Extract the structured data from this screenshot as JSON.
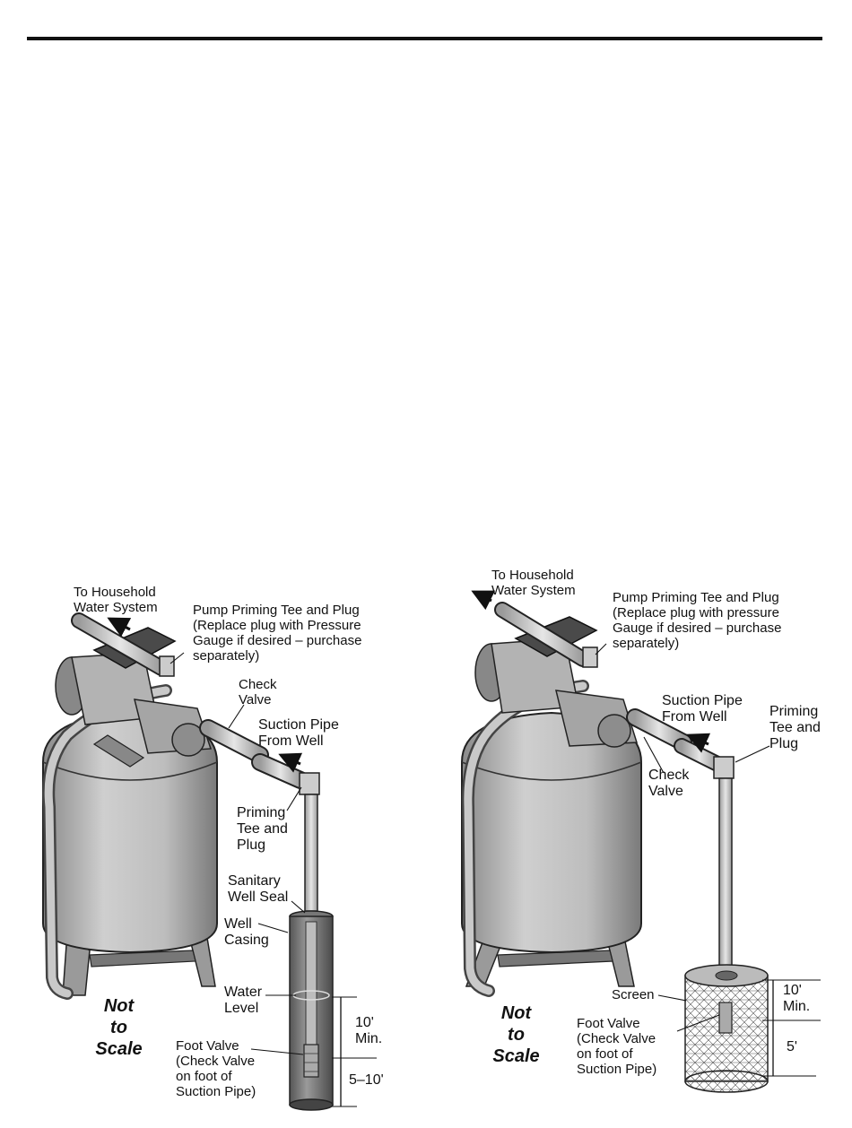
{
  "left_diagram": {
    "labels": {
      "household": [
        "To Household",
        "Water System"
      ],
      "priming_tee_plug": [
        "Pump Priming Tee and Plug",
        "(Replace plug with Pressure",
        "Gauge if desired – purchase",
        "separately)"
      ],
      "check_valve": [
        "Check",
        "Valve"
      ],
      "suction_pipe": [
        "Suction Pipe",
        "From Well"
      ],
      "priming_tee": [
        "Priming",
        "Tee and",
        "Plug"
      ],
      "sanitary_seal": [
        "Sanitary",
        "Well Seal"
      ],
      "well_casing": [
        "Well",
        "Casing"
      ],
      "water_level": [
        "Water",
        "Level"
      ],
      "foot_valve": [
        "Foot Valve",
        "(Check Valve",
        "on foot of",
        "Suction Pipe)"
      ],
      "dim_upper": [
        "10'",
        "Min."
      ],
      "dim_lower": "5–10'",
      "not_to_scale": [
        "Not",
        "to",
        "Scale"
      ]
    }
  },
  "right_diagram": {
    "labels": {
      "household": [
        "To Household",
        "Water System"
      ],
      "priming_tee_plug": [
        "Pump Priming Tee and Plug",
        "(Replace plug with pressure",
        "Gauge if desired – purchase",
        "separately)"
      ],
      "suction_pipe": [
        "Suction Pipe",
        "From Well"
      ],
      "priming_tee": [
        "Priming",
        "Tee and",
        "Plug"
      ],
      "check_valve": [
        "Check",
        "Valve"
      ],
      "screen": "Screen",
      "foot_valve": [
        "Foot Valve",
        "(Check Valve",
        "on foot of",
        "Suction Pipe)"
      ],
      "dim_upper": [
        "10'",
        "Min."
      ],
      "dim_lower": "5'",
      "not_to_scale": [
        "Not",
        "to",
        "Scale"
      ]
    }
  }
}
